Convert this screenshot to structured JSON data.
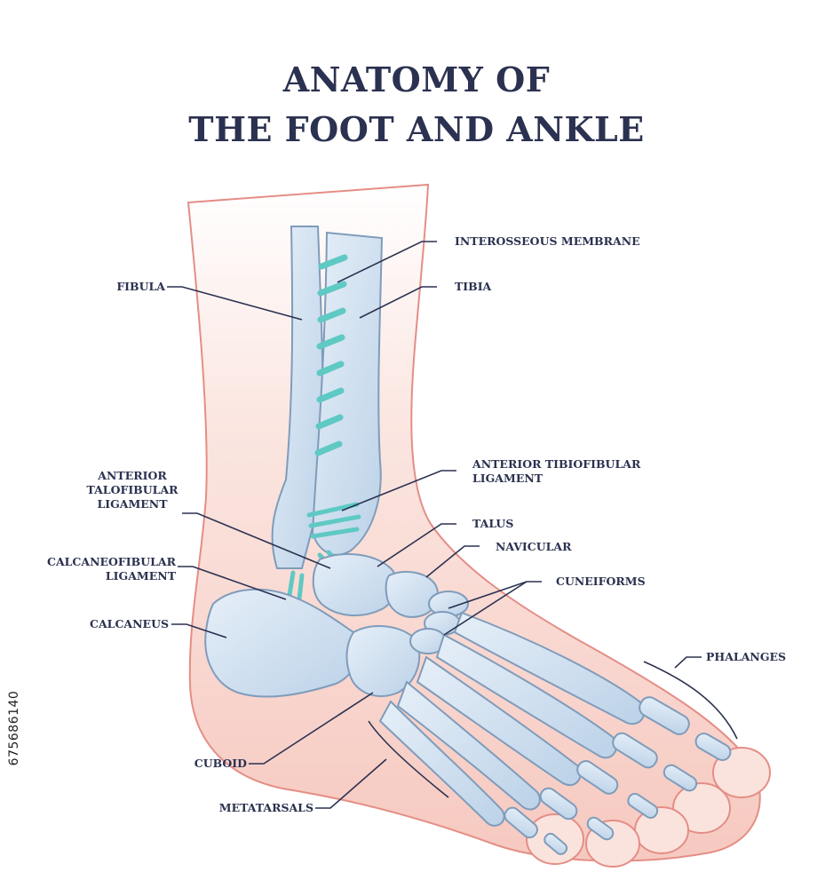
{
  "title": {
    "line1": "ANATOMY OF",
    "line2": "THE FOOT AND ANKLE"
  },
  "labels": {
    "interosseous_membrane": "INTEROSSEOUS MEMBRANE",
    "fibula": "FIBULA",
    "tibia": "TIBIA",
    "anterior_talofibular_ligament": [
      "ANTERIOR",
      "TALOFIBULAR",
      "LIGAMENT"
    ],
    "anterior_tibiofibular_ligament": [
      "ANTERIOR TIBIOFIBULAR",
      "LIGAMENT"
    ],
    "talus": "TALUS",
    "navicular": "NAVICULAR",
    "calcaneofibular_ligament": [
      "CALCANEOFIBULAR",
      "LIGAMENT"
    ],
    "cuneiforms": "CUNEIFORMS",
    "calcaneus": "CALCANEUS",
    "phalanges": "PHALANGES",
    "cuboid": "CUBOID",
    "metatarsals": "METATARSALS"
  },
  "image_id": "675686140",
  "colors": {
    "ink": "#2b3150",
    "skin_fill": "#f9ddd6",
    "skin_outline": "#e48e86",
    "bone_fill": "#cfe0ef",
    "bone_outline": "#7f9cbb",
    "ligament": "#5fc9c4"
  }
}
